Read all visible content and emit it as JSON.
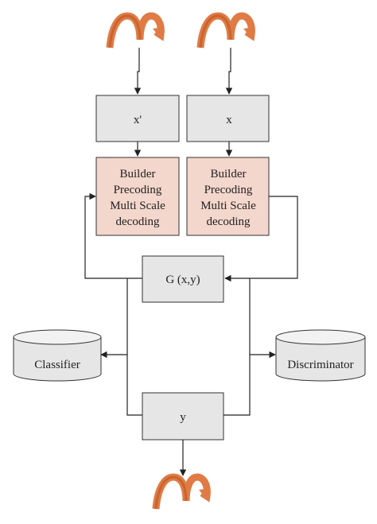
{
  "colors": {
    "box_fill": "#e6e6e6",
    "decoder_fill": "#f3d6cc",
    "signal_icon": "#e07b45",
    "stroke": "#333333"
  },
  "icons": {
    "signal": "wave-arrow-icon"
  },
  "nodes": {
    "x_prime": "x'",
    "x": "x",
    "decoder_left": [
      "Builder",
      "Precoding",
      "Multi Scale",
      "decoding"
    ],
    "decoder_right": [
      "Builder",
      "Precoding",
      "Multi Scale",
      "decoding"
    ],
    "g": "G (x,y)",
    "classifier": "Classifier",
    "discriminator": "Discriminator",
    "y": "y"
  }
}
